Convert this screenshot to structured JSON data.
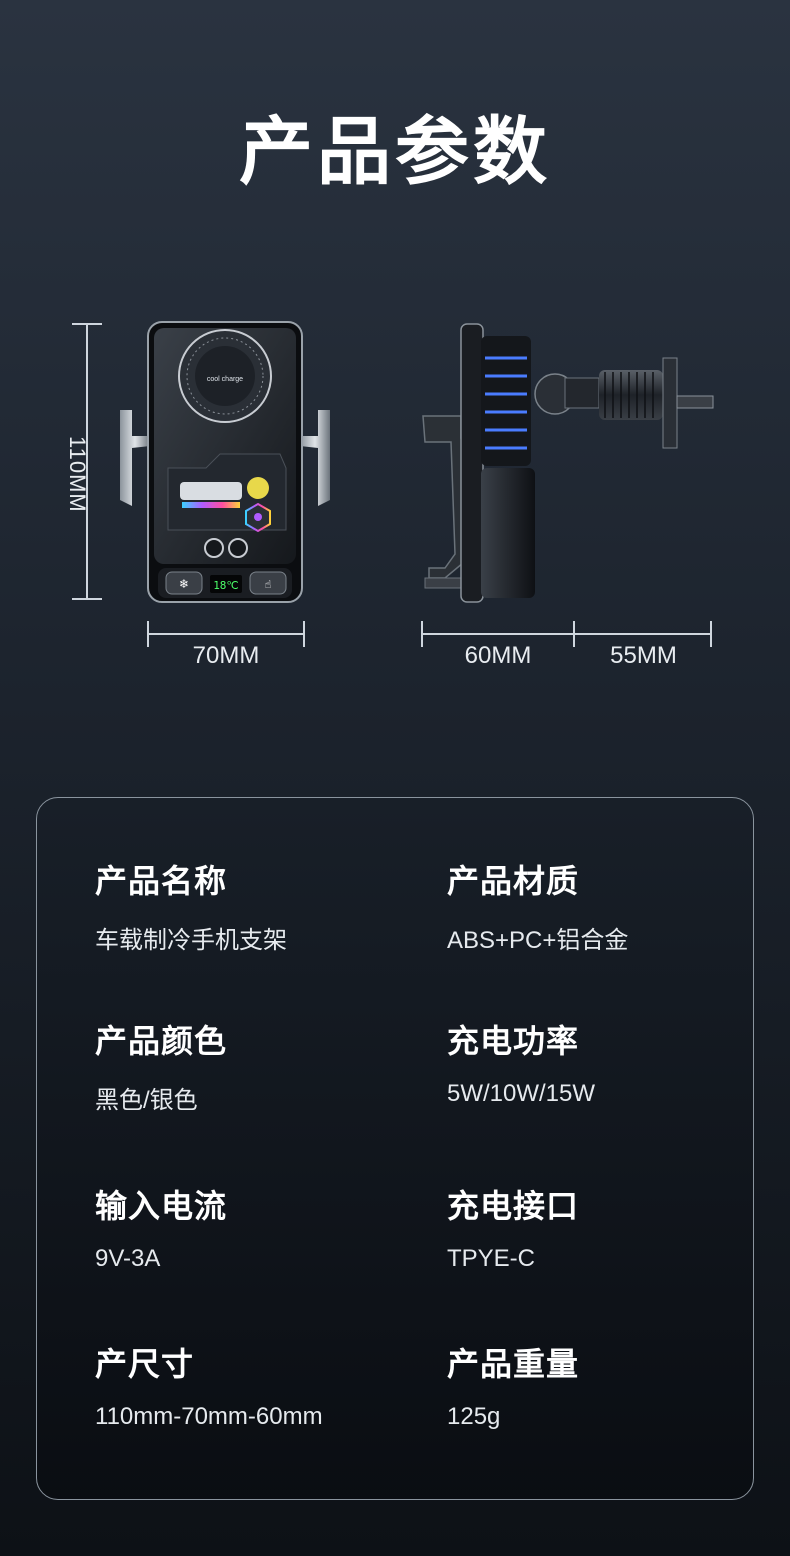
{
  "header": {
    "title": "产品参数"
  },
  "dimensions": {
    "height": "110MM",
    "width": "70MM",
    "depth_front": "60MM",
    "depth_back": "55MM"
  },
  "product": {
    "badge_text": "cool charge",
    "display_temp": "18℃"
  },
  "specs": [
    {
      "label": "产品名称",
      "value": "车载制冷手机支架"
    },
    {
      "label": "产品材质",
      "value": "ABS+PC+铝合金"
    },
    {
      "label": "产品颜色",
      "value": "黑色/银色"
    },
    {
      "label": "充电功率",
      "value": "5W/10W/15W"
    },
    {
      "label": "输入电流",
      "value": "9V-3A"
    },
    {
      "label": "充电接口",
      "value": "TPYE-C"
    },
    {
      "label": "产尺寸",
      "value": "110mm-70mm-60mm"
    },
    {
      "label": "产品重量",
      "value": "125g"
    }
  ]
}
